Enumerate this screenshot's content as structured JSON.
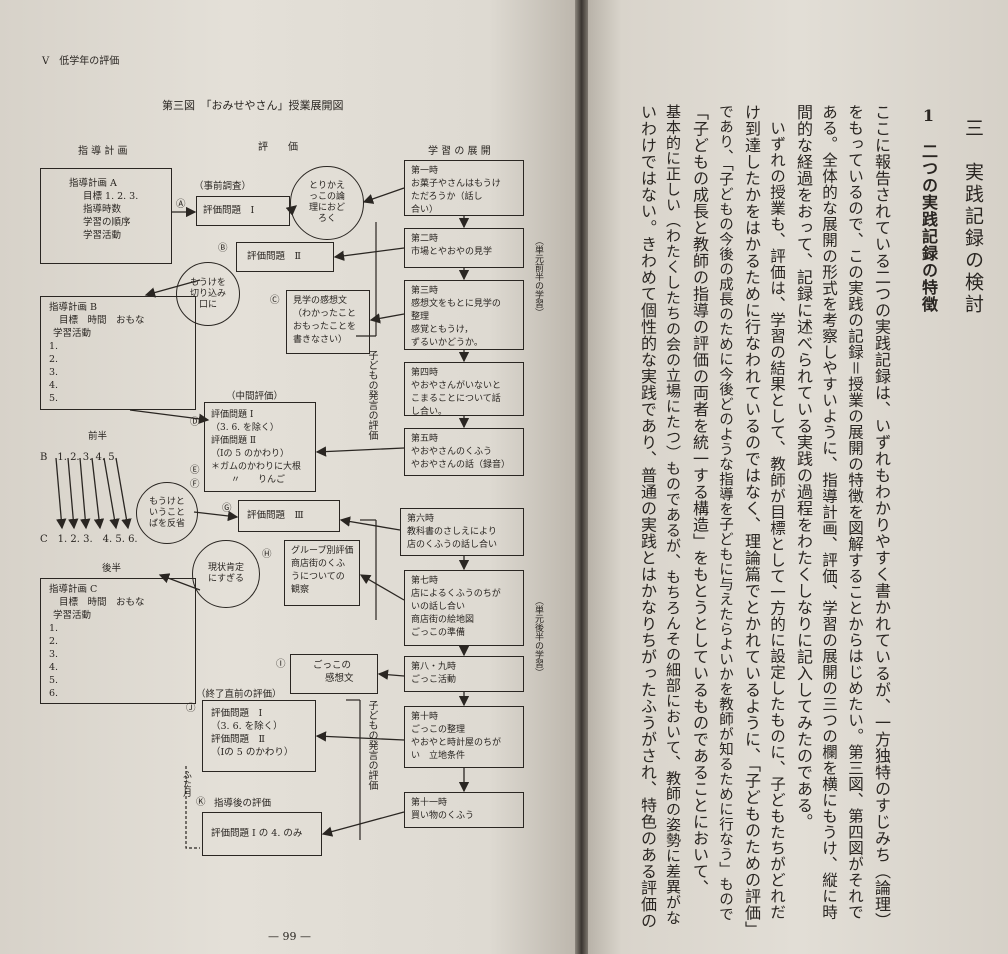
{
  "left_page": {
    "running_head": "Ⅴ　低学年の評価",
    "figure_title": "第三図　「おみせやさん」授業展開図",
    "page_number": "— 99 —",
    "columns": {
      "plan": "指 導 計 画",
      "eval": "評　　価",
      "dev": "学 習 の 展 開"
    },
    "plan_a": [
      "指導計画 A",
      "目標 1. 2. 3.",
      "指導時数",
      "学習の順序",
      "学習活動"
    ],
    "plan_b": [
      "指導計画 B",
      "目標　時間　おもな",
      "学習活動",
      "1.",
      "2.",
      "3.",
      "4.",
      "5."
    ],
    "plan_c": [
      "指導計画 C",
      "目標　時間　おもな",
      "学習活動",
      "1.",
      "2.",
      "3.",
      "4.",
      "5.",
      "6."
    ],
    "first_half_label": "前半",
    "second_half_label": "後半",
    "b_row": "B　1. 2. 3. 4. 5.",
    "c_row": "C　1. 2. 3.　4. 5. 6.",
    "eval_pre_title": "（事前調査）",
    "eval_q1": "評価問題　Ⅰ",
    "eval_q2": "評価問題　Ⅱ",
    "eval_mid_title": "（中間評価）",
    "eval_mid_box": [
      "評価問題 Ⅰ",
      "（3. 6. を除く）",
      "評価問題 Ⅱ",
      "（Ⅰの 5 のかわり）",
      "＊ガムのかわりに大根",
      "〃　　りんご"
    ],
    "eval_q3": "評価問題　Ⅲ",
    "eval_kansou": [
      "見学の感想文",
      "（わかったこと",
      "おもったことを",
      "書きなさい）"
    ],
    "eval_group": [
      "グループ別評価",
      "商店街のくふ",
      "うについての",
      "観察"
    ],
    "eval_gokko": [
      "ごっこの",
      "感想文"
    ],
    "eval_final_title": "（終了直前の評価）",
    "eval_final_box": [
      "評価問題　Ⅰ",
      "（3. 6. を除く）",
      "評価問題　Ⅱ",
      "（Ⅰの 5 のかわり）"
    ],
    "eval_after_title": "指導後の評価",
    "eval_after_box": "評価問題 Ⅰ の 4. のみ",
    "circle_1": [
      "とりかえ",
      "っこの論",
      "理におど",
      "ろく"
    ],
    "circle_2": [
      "もうけを",
      "切り込み",
      "口に"
    ],
    "circle_3": [
      "もうけと",
      "いうこと",
      "ばを反省"
    ],
    "circle_4": [
      "現状肯定",
      "にすぎる"
    ],
    "markers": [
      "Ⓐ",
      "Ⓑ",
      "Ⓒ",
      "Ⓓ",
      "Ⓔ",
      "Ⓕ",
      "Ⓖ",
      "Ⓗ",
      "Ⓘ",
      "Ⓙ",
      "Ⓚ"
    ],
    "voice_label": "子どもの発言の評価",
    "voice_label_2": "子どもの発言の評価",
    "four_months": "ふた月",
    "side_front": "（単元前半の学習）",
    "side_back": "（単元後半の学習）",
    "lessons": [
      [
        "第一時",
        "お菓子やさんはもうけ",
        "ただろうか（話し",
        "合い）"
      ],
      [
        "第二時",
        "市場とやおやの見学"
      ],
      [
        "第三時",
        "感想文をもとに見学の",
        "整理",
        "感覚ともうけ，",
        "ずるいかどうか。"
      ],
      [
        "第四時",
        "やおやさんがいないと",
        "こまることについて話",
        "し合い。"
      ],
      [
        "第五時",
        "やおやさんのくふう",
        "やおやさんの話（録音）"
      ],
      [
        "第六時",
        "教科書のさしえにより",
        "店のくふうの話し合い"
      ],
      [
        "第七時",
        "店によるくふうのちが",
        "いの話し合い",
        "商店街の絵地図",
        "ごっこの準備"
      ],
      [
        "第八・九時",
        "ごっこ活動"
      ],
      [
        "第十時",
        "ごっこの整理",
        "やおやと時計屋のちが",
        "い　立地条件"
      ],
      [
        "第十一時",
        "買い物のくふう"
      ]
    ]
  },
  "right_page": {
    "chapter_heading": "三　実践記録の検討",
    "section_heading": "1　二つの実践記録の特徴",
    "paragraph_lines": [
      "ここに報告されている二つの実践記録は、いずれもわかりやすく書かれているが、一方独特のすじみち（論理）",
      "をもっているので、この実践の記録＝授業の展開の特徴を図解することからはじめたい。第三図、第四図がそれで",
      "ある。全体的な展開の形式を考察しやすいように、指導計画、評価、学習の展開の三つの欄を横にもうけ、縦に時",
      "間的な経過をおって、記録に述べられている実践の過程をわたくしなりに記入してみたのである。",
      "いずれの授業も、評価は、学習の結果として、教師が目標として一方的に設定したものに、子どもたちがどれだ",
      "け到達したかをはかるために行なわれているのではなく、理論篇でとかれているように、「子どものための評価」",
      "であり、「子どもの今後の成長のために今後どのような指導を子どもに与えたらよいかを教師が知るために行なう」もので",
      "「子どもの成長と教師の指導の評価の両者を統一する構造」をもとうとしているものであることにおいて、",
      "基本的に正しい（わたくしたちの会の立場にたつ）ものであるが、もちろんその細部において、教師の姿勢に差異がな",
      "いわけではない。きわめて個性的な実践であり、普通の実践とはかなりちがったふうがされ、特色のある評価の"
    ]
  }
}
